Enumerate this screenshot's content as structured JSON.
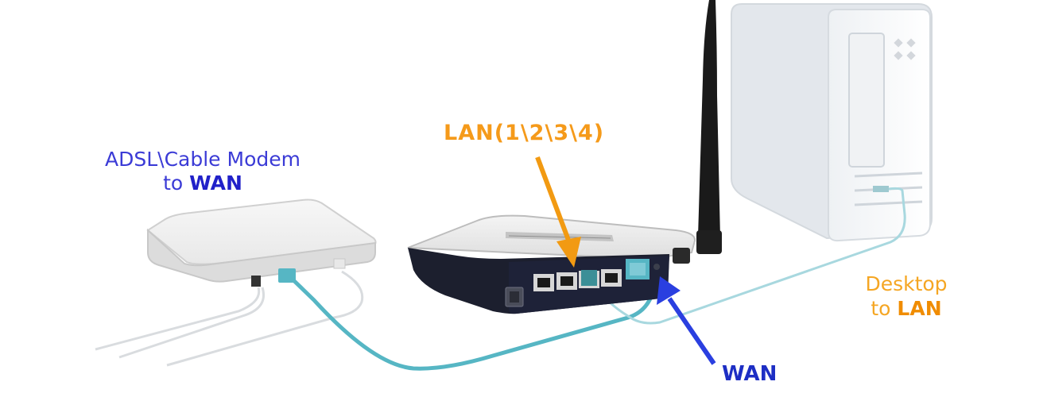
{
  "labels": {
    "modem_line1": "ADSL\\Cable Modem",
    "modem_line2_prefix": "to",
    "modem_line2_bold": "WAN",
    "lan_ports": "LAN(1\\2\\3\\4)",
    "desktop_line1": "Desktop",
    "desktop_line2_prefix": "to",
    "desktop_line2_bold": "LAN",
    "wan_port": "WAN"
  },
  "colors": {
    "modem_label": "#3b3bd6",
    "lan_label": "#f59a1a",
    "lan_arrow": "#f29a12",
    "desktop_label": "#f5a623",
    "wan_label": "#1d2ec4",
    "wan_arrow": "#2a3fe0",
    "cable": "#56b6c4"
  },
  "icons": {
    "modem": "adsl-modem-icon",
    "router": "wireless-router-icon",
    "antenna": "antenna-icon",
    "desktop": "desktop-tower-icon"
  }
}
